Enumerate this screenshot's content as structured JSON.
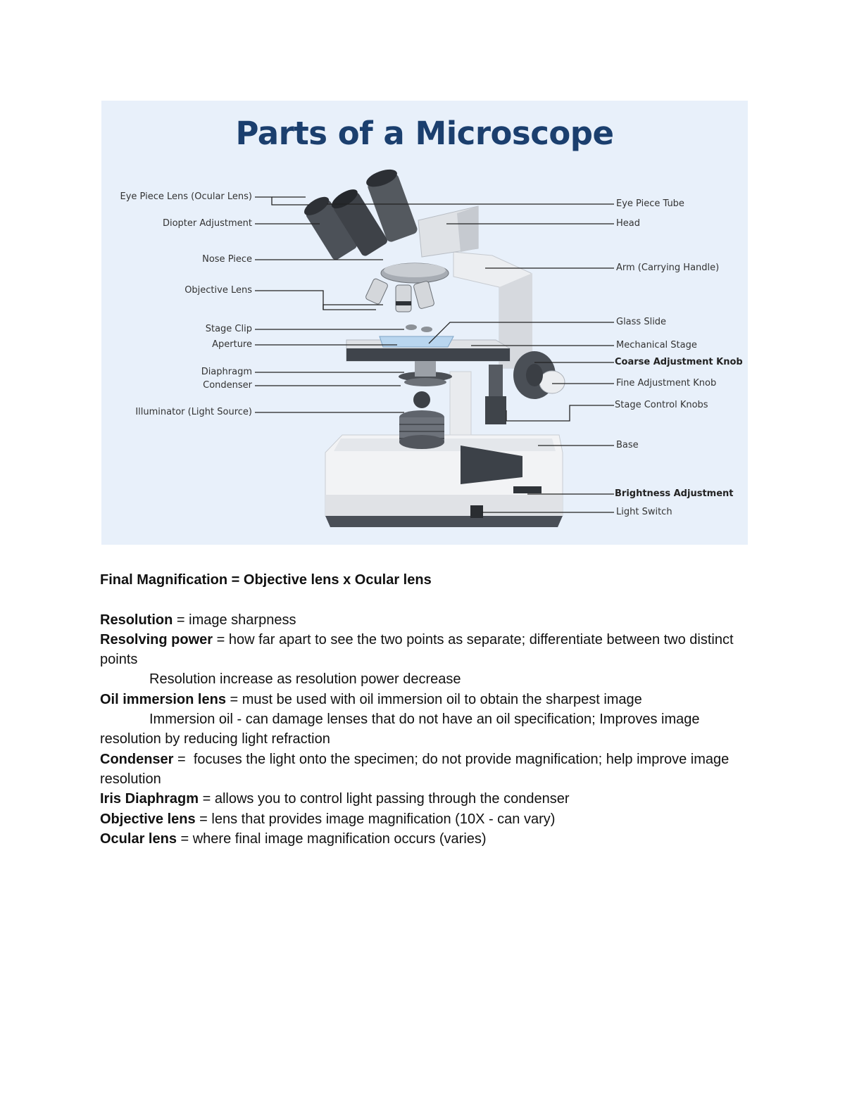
{
  "diagram": {
    "title": "Parts of a Microscope",
    "left_labels": [
      "Eye Piece Lens (Ocular Lens)",
      "Diopter Adjustment",
      "Nose Piece",
      "Objective Lens",
      "Stage Clip",
      "Aperture",
      "Diaphragm",
      "Condenser",
      "Illuminator (Light Source)"
    ],
    "right_labels": [
      "Eye Piece Tube",
      "Head",
      "Arm (Carrying Handle)",
      "Glass Slide",
      "Mechanical Stage",
      "Coarse Adjustment Knob",
      "Fine Adjustment Knob",
      "Stage Control Knobs",
      "Base",
      "Brightness Adjustment",
      "Light Switch"
    ]
  },
  "notes": {
    "formula": "Final Magnification = Objective lens x Ocular lens",
    "resolution_term": "Resolution",
    "resolution_def": " = image sharpness",
    "resolving_term": "Resolving power",
    "resolving_def": " = how far apart to see the two points as separate; differentiate between two distinct points",
    "resolving_sub": "Resolution increase as resolution power decrease",
    "oil_term": "Oil immersion lens",
    "oil_def": " = must be used with oil immersion oil to obtain the sharpest image",
    "oil_sub": "Immersion oil - can damage lenses that do not have an oil specification; Improves image resolution by reducing light refraction",
    "condenser_term": "Condenser",
    "condenser_def": " =  focuses the light onto the specimen; do not provide magnification; help improve image resolution",
    "iris_term": "Iris Diaphragm",
    "iris_def": " = allows you to control light passing through the condenser",
    "objective_term": "Objective lens",
    "objective_def": " = lens that provides image magnification (10X - can vary)",
    "ocular_term": "Ocular lens",
    "ocular_def": " = where final image magnification occurs (varies)"
  }
}
